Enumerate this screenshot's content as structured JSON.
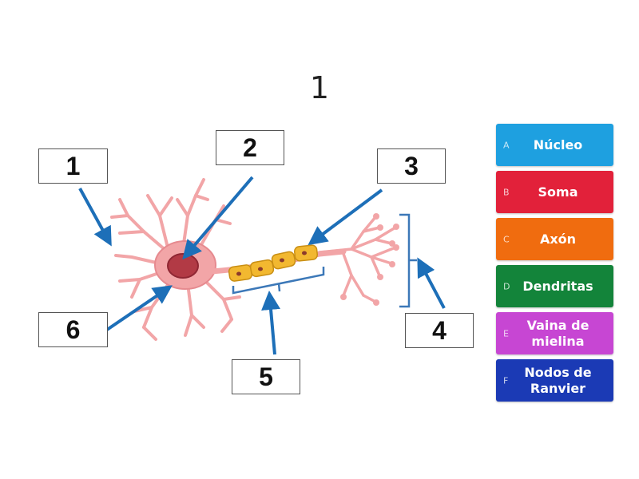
{
  "question": {
    "number": "1"
  },
  "diagram": {
    "labels": [
      "1",
      "2",
      "3",
      "4",
      "5",
      "6"
    ],
    "colors": {
      "arrow": "#1d6fb8",
      "neuron": "#f2a5a7",
      "neuron_outline": "#d9777c",
      "nucleus": "#b23a45",
      "myelin": "#f2b830",
      "bracket": "#3c78b8"
    }
  },
  "answers": [
    {
      "letter": "A",
      "text": "Núcleo",
      "color": "#1ea0e0"
    },
    {
      "letter": "B",
      "text": "Soma",
      "color": "#e2213a"
    },
    {
      "letter": "C",
      "text": "Axón",
      "color": "#f06c0f"
    },
    {
      "letter": "D",
      "text": "Dendritas",
      "color": "#13843a"
    },
    {
      "letter": "E",
      "text": "Vaina de mielina",
      "color": "#c746d3"
    },
    {
      "letter": "F",
      "text": "Nodos de Ranvier",
      "color": "#1b3ab5"
    }
  ]
}
